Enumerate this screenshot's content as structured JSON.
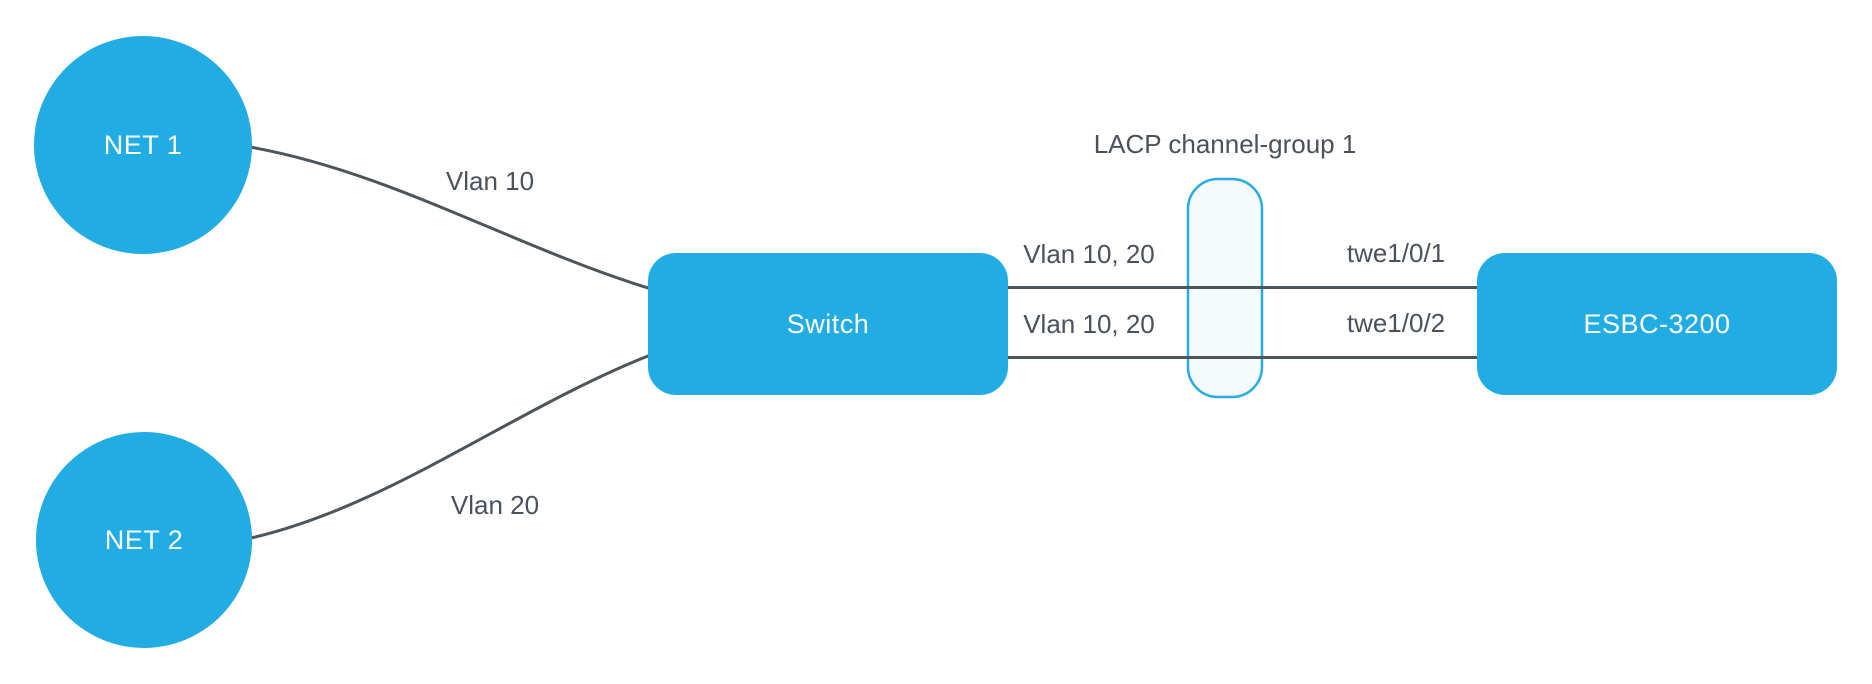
{
  "nodes": {
    "net1": {
      "label": "NET 1"
    },
    "net2": {
      "label": "NET 2"
    },
    "switch": {
      "label": "Switch"
    },
    "esbc": {
      "label": "ESBC-3200"
    }
  },
  "edge_labels": {
    "net1_switch": "Vlan 10",
    "net2_switch": "Vlan 20",
    "link1_left": "Vlan 10, 20",
    "link1_right": "twe1/0/1",
    "link2_left": "Vlan 10, 20",
    "link2_right": "twe1/0/2"
  },
  "lacp": {
    "label": "LACP channel-group 1"
  },
  "colors": {
    "node_fill": "#21ACE3",
    "node_text": "#FFFFFF",
    "edge_line": "#4D545A",
    "label_text": "#49525C",
    "lacp_border": "#29ACE3",
    "lacp_fill": "#F5FAFD",
    "background": "#FFFFFF"
  }
}
